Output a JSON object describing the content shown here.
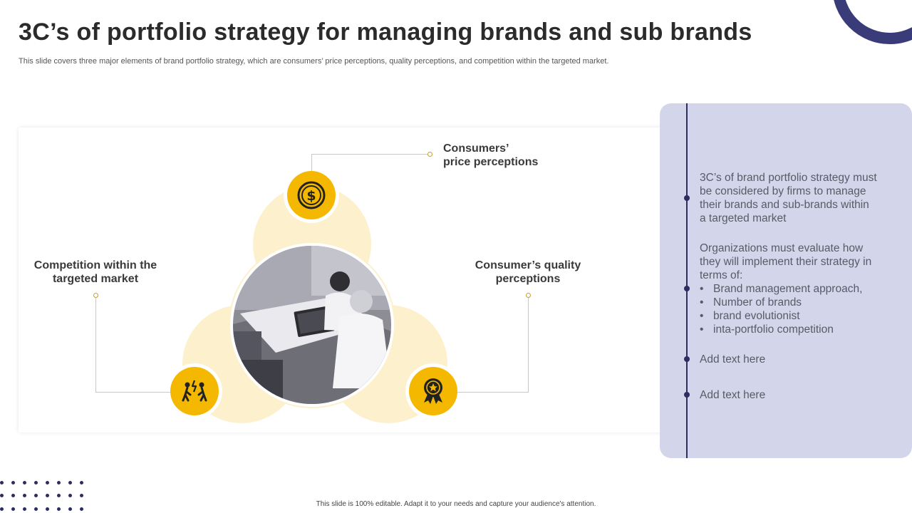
{
  "title": "3C’s of portfolio strategy for managing brands and sub brands",
  "subtitle": "This slide covers three major elements of brand portfolio strategy, which are consumers’ price perceptions, quality perceptions, and  competition within the targeted market.",
  "diagram": {
    "top_label_line1": "Consumers’",
    "top_label_line2": "price perceptions",
    "right_label_line1": "Consumer’s quality",
    "right_label_line2": "perceptions",
    "left_label_line1": "Competition within the",
    "left_label_line2": "targeted market",
    "icons": {
      "top": "dollar-coin-icon",
      "left": "competition-people-icon",
      "right": "award-badge-icon"
    },
    "colors": {
      "accent": "#f5b800",
      "petal": "#fdf0cc",
      "navy": "#2b2e5e"
    }
  },
  "panel": {
    "block1": "3C’s of brand portfolio strategy must be considered by firms to manage their brands and sub-brands within a targeted market",
    "block2_intro": "Organizations must evaluate how they will implement their strategy in terms of:",
    "block2_items": [
      "Brand management approach,",
      "Number of brands",
      "brand evolutionist",
      "inta-portfolio competition"
    ],
    "block3": "Add text here",
    "block4": "Add text here"
  },
  "footer": "This slide is 100% editable. Adapt it to your needs and capture your audience's attention."
}
